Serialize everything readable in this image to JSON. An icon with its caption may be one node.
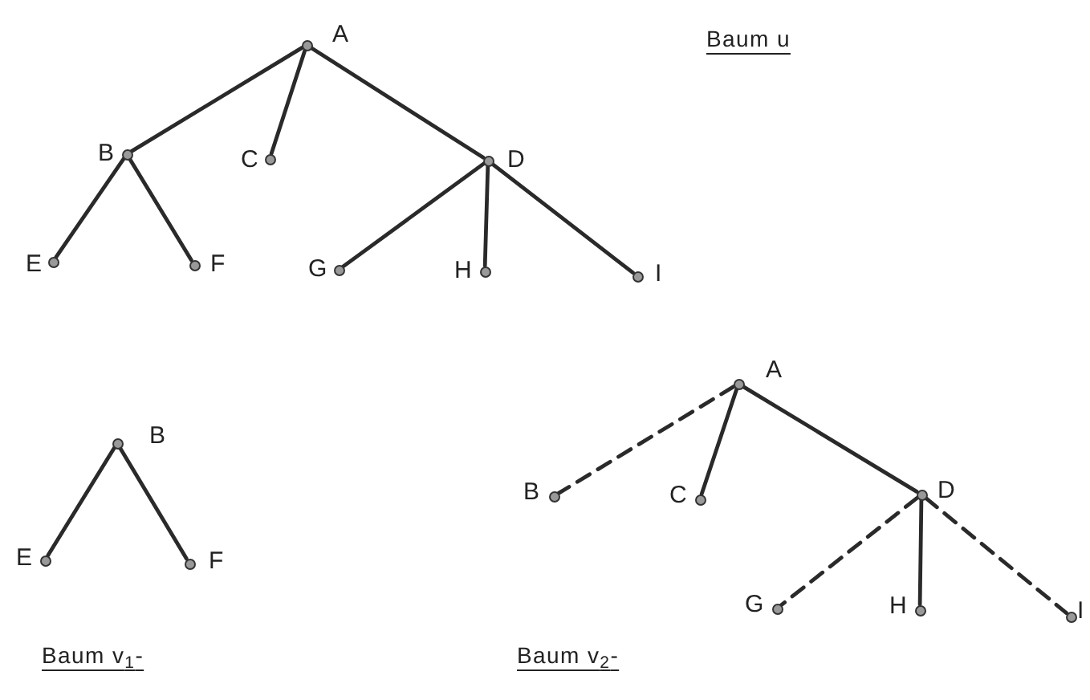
{
  "diagram": {
    "nodes": [
      {
        "text": [],
        "shape": "circle",
        "beside": [
          "A"
        ]
      },
      {
        "text": [],
        "shape": "circle",
        "beside": [
          "B"
        ]
      },
      {
        "text": [],
        "shape": "circle",
        "beside": [
          "C"
        ]
      },
      {
        "text": [],
        "shape": "circle",
        "beside": [
          "D"
        ]
      },
      {
        "text": [],
        "shape": "circle",
        "beside": [
          "E"
        ]
      },
      {
        "text": [],
        "shape": "circle",
        "beside": [
          "F"
        ]
      },
      {
        "text": [],
        "shape": "circle",
        "beside": [
          "G"
        ]
      },
      {
        "text": [],
        "shape": "circle",
        "beside": [
          "H"
        ]
      },
      {
        "text": [],
        "shape": "circle",
        "beside": [
          "I"
        ]
      },
      {
        "text": [],
        "shape": "circle",
        "beside": [
          "B"
        ]
      },
      {
        "text": [],
        "shape": "circle",
        "beside": [
          "E"
        ]
      },
      {
        "text": [],
        "shape": "circle",
        "beside": [
          "F"
        ]
      },
      {
        "text": [],
        "shape": "circle",
        "beside": [
          "A"
        ]
      },
      {
        "text": [],
        "shape": "circle",
        "beside": [
          "B"
        ]
      },
      {
        "text": [],
        "shape": "circle",
        "beside": [
          "C"
        ]
      },
      {
        "text": [],
        "shape": "circle",
        "beside": [
          "D"
        ]
      },
      {
        "text": [],
        "shape": "circle",
        "beside": [
          "G"
        ]
      },
      {
        "text": [],
        "shape": "circle",
        "beside": [
          "H"
        ]
      },
      {
        "text": [],
        "shape": "circle",
        "beside": [
          "I"
        ]
      }
    ],
    "edges": [
      {
        "from": 0,
        "to": 1,
        "arrow": "none"
      },
      {
        "from": 0,
        "to": 2,
        "arrow": "none"
      },
      {
        "from": 0,
        "to": 3,
        "arrow": "none"
      },
      {
        "from": 1,
        "to": 4,
        "arrow": "none"
      },
      {
        "from": 1,
        "to": 5,
        "arrow": "none"
      },
      {
        "from": 3,
        "to": 6,
        "arrow": "none"
      },
      {
        "from": 3,
        "to": 7,
        "arrow": "none"
      },
      {
        "from": 3,
        "to": 8,
        "arrow": "none"
      },
      {
        "from": 9,
        "to": 10,
        "arrow": "none"
      },
      {
        "from": 9,
        "to": 11,
        "arrow": "none"
      },
      {
        "from": 12,
        "to": 13,
        "arrow": "none",
        "style": "dashed"
      },
      {
        "from": 12,
        "to": 14,
        "arrow": "none"
      },
      {
        "from": 12,
        "to": 15,
        "arrow": "none"
      },
      {
        "from": 15,
        "to": 16,
        "arrow": "none",
        "style": "dashed"
      },
      {
        "from": 15,
        "to": 17,
        "arrow": "none"
      },
      {
        "from": 15,
        "to": 18,
        "arrow": "none",
        "style": "dashed"
      }
    ],
    "labels": [
      "Baum u",
      "Baum v$_{1}$-",
      "Baum v$_{2}$-"
    ]
  }
}
